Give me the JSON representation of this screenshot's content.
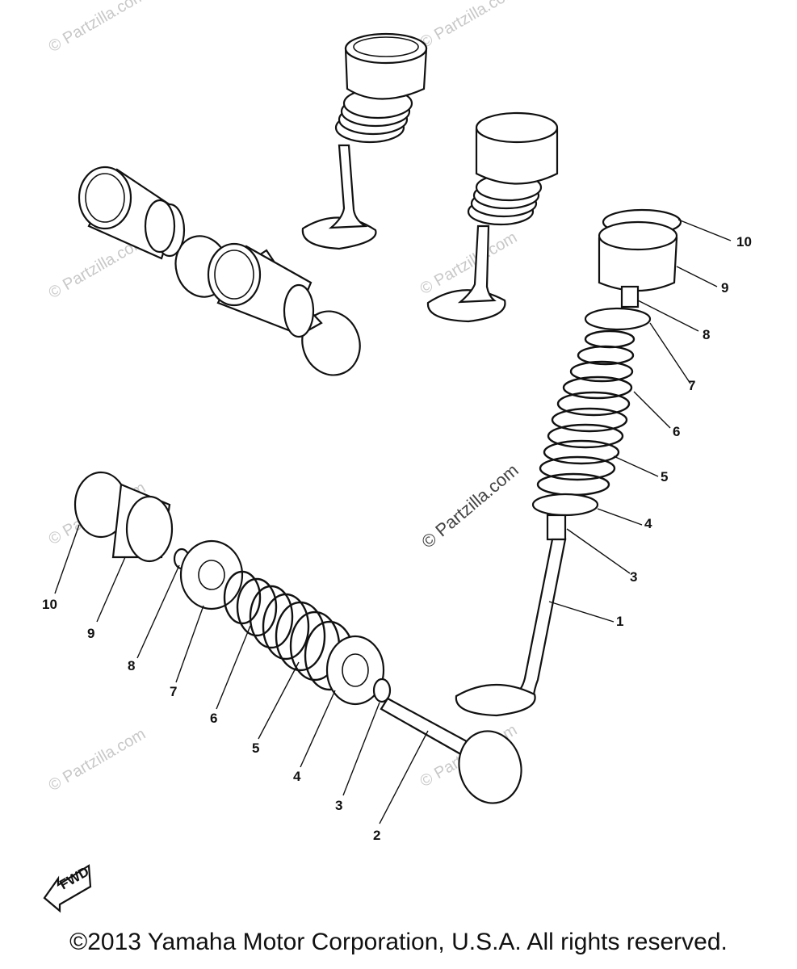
{
  "watermark": {
    "text": "© Partzilla.com",
    "center_text": "© Partzilla.com"
  },
  "callouts": {
    "right_assembly": [
      "10",
      "9",
      "8",
      "7",
      "6",
      "5",
      "4",
      "3",
      "1"
    ],
    "left_assembly": [
      "10",
      "9",
      "8",
      "7",
      "6",
      "5",
      "4",
      "3",
      "2"
    ]
  },
  "fwd_label": "FWD",
  "copyright": "©2013 Yamaha Motor Corporation, U.S.A. All rights reserved.",
  "colors": {
    "ink": "#111111",
    "watermark": "#c8c8c8",
    "background": "#ffffff"
  }
}
